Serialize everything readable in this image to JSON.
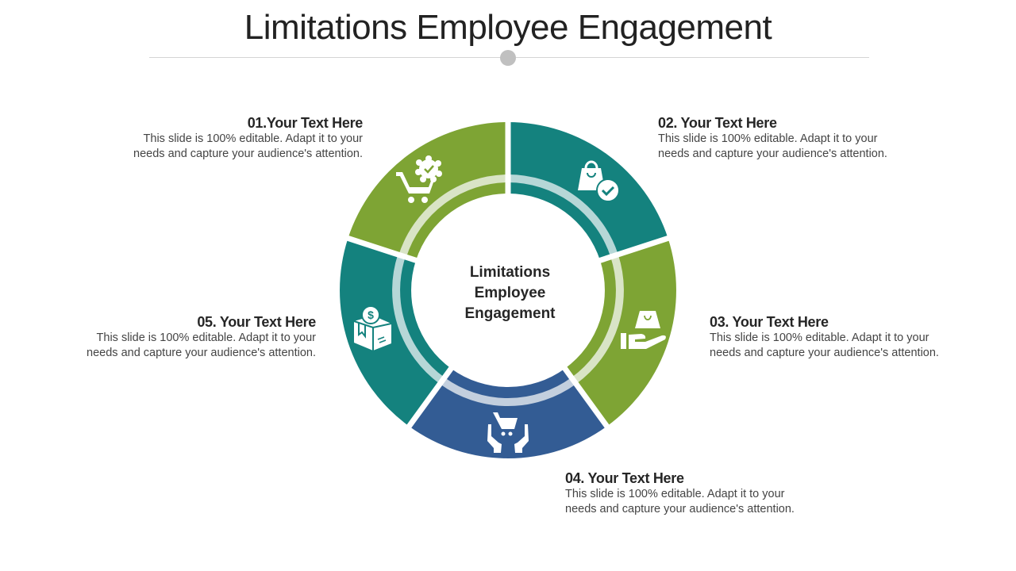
{
  "slide": {
    "title": "Limitations Employee Engagement",
    "center_label_lines": [
      "Limitations",
      "Employee",
      "Engagement"
    ]
  },
  "colors": {
    "green": "#7ea434",
    "teal": "#14827e",
    "blue": "#335c94",
    "ring_band_on_green": "#d9e4c6",
    "ring_band_on_teal": "#b6d7d7",
    "ring_band_on_blue": "#c3cfde",
    "title_rule": "#d5d5d5",
    "rule_dot": "#c0c0c0"
  },
  "items": [
    {
      "heading": "01.Your Text Here",
      "description_lines": [
        "This slide is 100% editable.  Adapt it to your",
        "needs and capture your audience's attention."
      ],
      "segment_color": "green",
      "icon": "cart-badge-check-icon"
    },
    {
      "heading": "02. Your Text Here",
      "description_lines": [
        "This slide is 100% editable.  Adapt it to your",
        "needs and capture your audience's attention."
      ],
      "segment_color": "teal",
      "icon": "shopping-bag-check-icon"
    },
    {
      "heading": "03. Your Text Here",
      "description_lines": [
        "This slide is 100% editable.  Adapt it to your",
        "needs and capture your audience's attention."
      ],
      "segment_color": "green",
      "icon": "hand-holding-bag-icon"
    },
    {
      "heading": "04. Your Text Here",
      "description_lines": [
        "This slide is 100% editable.  Adapt it to your",
        "needs and capture your audience's attention."
      ],
      "segment_color": "blue",
      "icon": "hands-holding-cart-icon"
    },
    {
      "heading": "05. Your Text Here",
      "description_lines": [
        "This slide is 100% editable.  Adapt it to your",
        "needs and capture your audience's attention."
      ],
      "segment_color": "teal",
      "icon": "box-dollar-icon"
    }
  ]
}
